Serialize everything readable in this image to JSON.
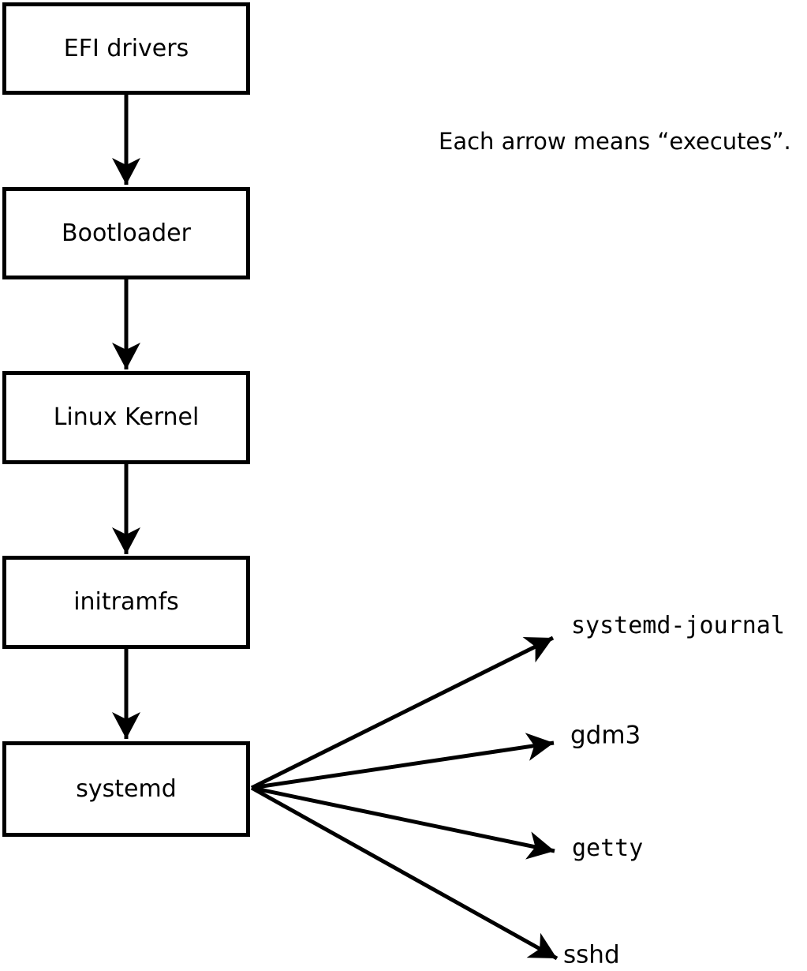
{
  "caption": "Each arrow means “executes”.",
  "flow_nodes": [
    {
      "label": "EFI drivers"
    },
    {
      "label": "Bootloader"
    },
    {
      "label": "Linux Kernel"
    },
    {
      "label": "initramfs"
    },
    {
      "label": "systemd"
    }
  ],
  "services": [
    {
      "label": "systemd-journal"
    },
    {
      "label": "gdm3"
    },
    {
      "label": "getty"
    },
    {
      "label": "sshd"
    }
  ],
  "edges": [
    {
      "from": "EFI drivers",
      "to": "Bootloader",
      "meaning": "executes"
    },
    {
      "from": "Bootloader",
      "to": "Linux Kernel",
      "meaning": "executes"
    },
    {
      "from": "Linux Kernel",
      "to": "initramfs",
      "meaning": "executes"
    },
    {
      "from": "initramfs",
      "to": "systemd",
      "meaning": "executes"
    },
    {
      "from": "systemd",
      "to": "systemd-journal",
      "meaning": "executes"
    },
    {
      "from": "systemd",
      "to": "gdm3",
      "meaning": "executes"
    },
    {
      "from": "systemd",
      "to": "getty",
      "meaning": "executes"
    },
    {
      "from": "systemd",
      "to": "sshd",
      "meaning": "executes"
    }
  ],
  "colors": {
    "background": "#ffffff",
    "box_fill": "#ffffff",
    "line": "#000000",
    "text": "#000000"
  }
}
